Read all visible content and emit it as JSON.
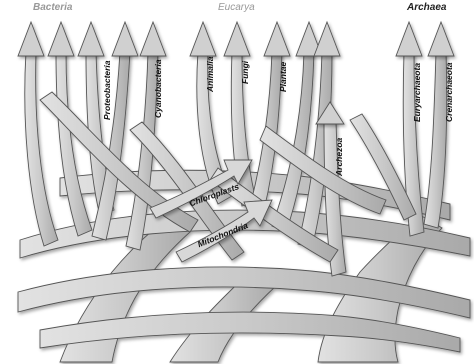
{
  "domains": {
    "bacteria": "Bacteria",
    "eucarya": "Eucarya",
    "archaea": "Archaea"
  },
  "branch_labels": {
    "proteobacteria": "Proteobacteria",
    "cyanobacteria": "Cyanobacteria",
    "animalia": "Animalia",
    "fungi": "Fungi",
    "plantae": "Plantae",
    "archezoa": "Archezoa",
    "euryarchaeota": "Euryarchaeota",
    "crenarchaeota": "Crenarchaeota",
    "chloroplasts": "Chloroplasts",
    "mitochondria": "Mitochondria"
  },
  "colors": {
    "fill": "#c9c9c9",
    "stroke": "#555555",
    "domain_gray": "#999999",
    "domain_dark": "#222222"
  }
}
